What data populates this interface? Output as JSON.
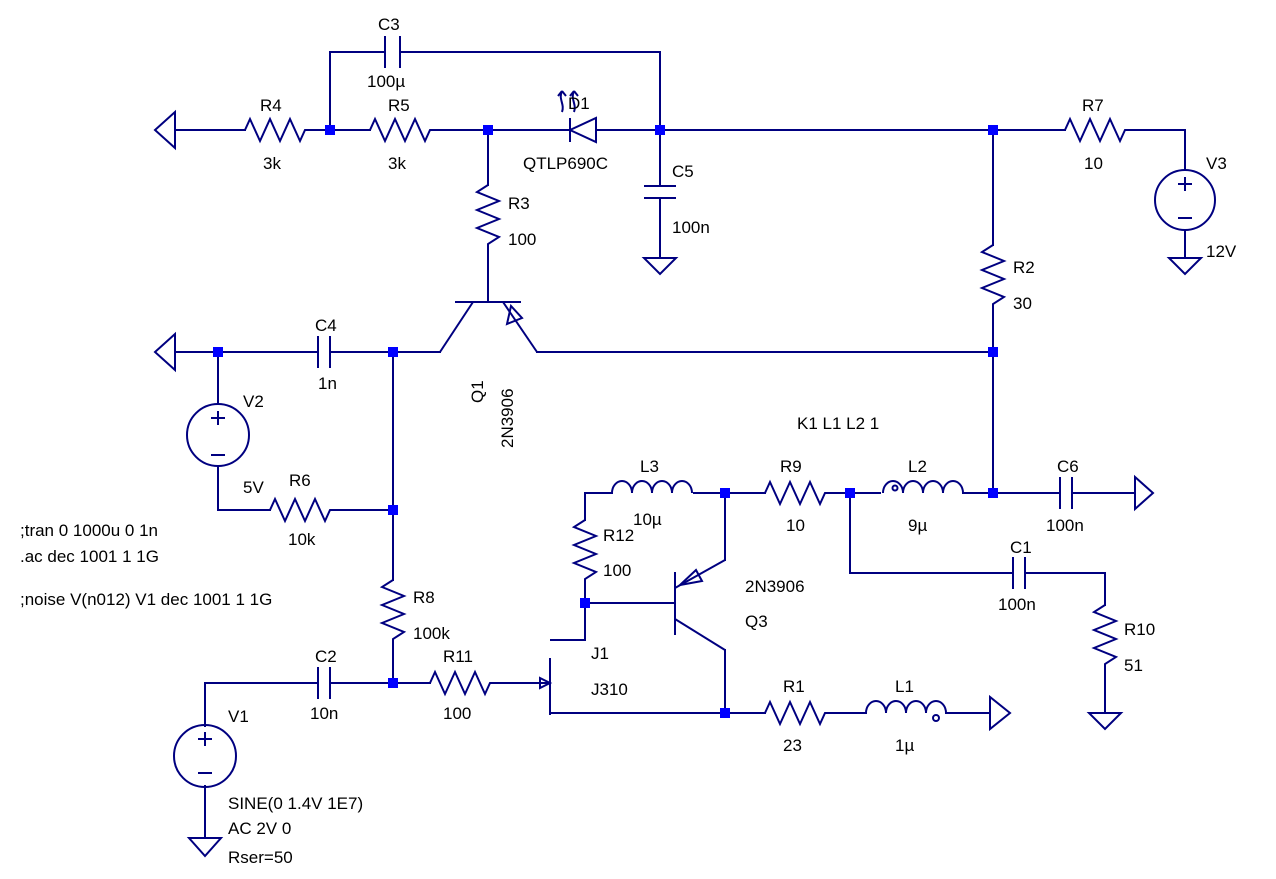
{
  "components": {
    "R1": {
      "name": "R1",
      "value": "23"
    },
    "R2": {
      "name": "R2",
      "value": "30"
    },
    "R3": {
      "name": "R3",
      "value": "100"
    },
    "R4": {
      "name": "R4",
      "value": "3k"
    },
    "R5": {
      "name": "R5",
      "value": "3k"
    },
    "R6": {
      "name": "R6",
      "value": "10k"
    },
    "R7": {
      "name": "R7",
      "value": "10"
    },
    "R8": {
      "name": "R8",
      "value": "100k"
    },
    "R9": {
      "name": "R9",
      "value": "10"
    },
    "R10": {
      "name": "R10",
      "value": "51"
    },
    "R11": {
      "name": "R11",
      "value": "100"
    },
    "R12": {
      "name": "R12",
      "value": "100"
    },
    "C1": {
      "name": "C1",
      "value": "100n"
    },
    "C2": {
      "name": "C2",
      "value": "10n"
    },
    "C3": {
      "name": "C3",
      "value": "100µ"
    },
    "C4": {
      "name": "C4",
      "value": "1n"
    },
    "C5": {
      "name": "C5",
      "value": "100n"
    },
    "C6": {
      "name": "C6",
      "value": "100n"
    },
    "L1": {
      "name": "L1",
      "value": "1µ"
    },
    "L2": {
      "name": "L2",
      "value": "9µ"
    },
    "L3": {
      "name": "L3",
      "value": "10µ"
    },
    "D1": {
      "name": "D1",
      "value": "QTLP690C"
    },
    "Q1": {
      "name": "Q1",
      "value": "2N3906"
    },
    "Q3": {
      "name": "Q3",
      "value": "2N3906"
    },
    "J1": {
      "name": "J1",
      "value": "J310"
    },
    "V1": {
      "name": "V1",
      "lines": [
        "SINE(0 1.4V 1E7)",
        "AC 2V 0",
        "Rser=50"
      ]
    },
    "V2": {
      "name": "V2",
      "value": "5V"
    },
    "V3": {
      "name": "V3",
      "value": "12V"
    }
  },
  "directives": {
    "coupling": "K1 L1 L2 1",
    "tran": ";tran 0 1000u 0 1n",
    "ac": ".ac dec 1001 1 1G",
    "noise": ";noise V(n012) V1 dec 1001 1 1G"
  },
  "colors": {
    "wire": "#000080",
    "junction": "#0000ff",
    "text": "#000000"
  }
}
